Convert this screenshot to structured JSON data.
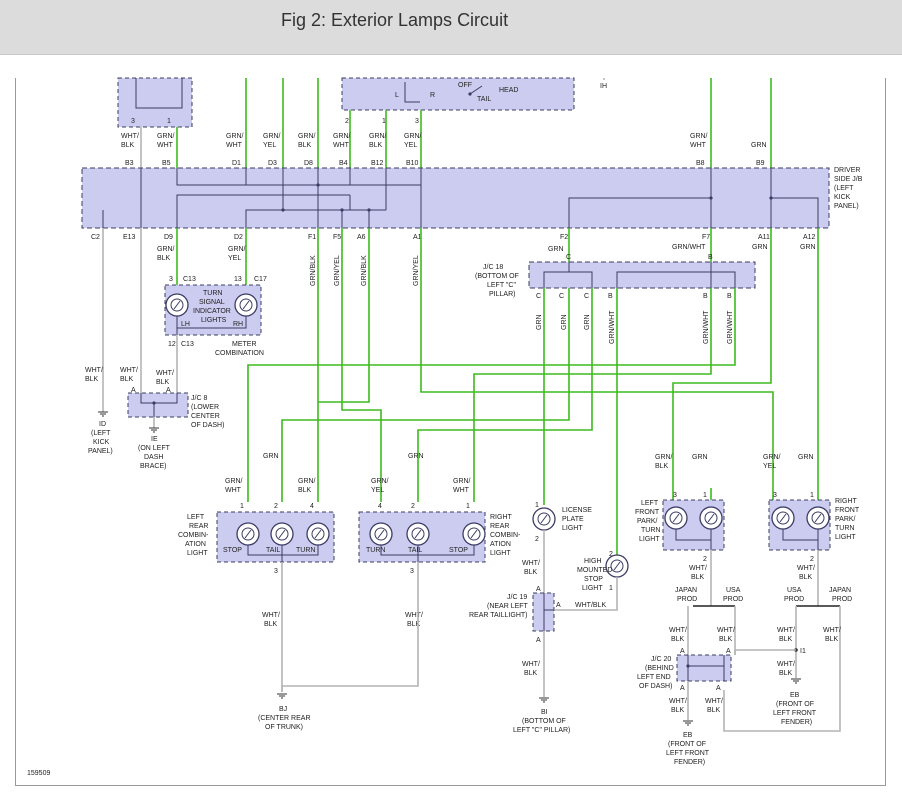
{
  "title": "Fig 2: Exterior Lamps Circuit",
  "figure_number": "159509",
  "colors": {
    "green_wire": "#3dbb1e",
    "white_wire": "#b4b4b4",
    "component_fill": "#ccccf0",
    "component_border": "#3c3c64"
  },
  "top_labels": {
    "tail": "TAIL",
    "head": "HEAD",
    "off": "OFF",
    "ih": "IH",
    "pin_l": "L",
    "pin_r": "R",
    "pin_3a": "3",
    "pin_1a": "1",
    "pin_2": "2",
    "pin_1b": "1",
    "pin_3b": "3"
  },
  "wires_top": [
    {
      "c1": "WHT/",
      "c2": "BLK",
      "pin": "B3"
    },
    {
      "c1": "GRN/",
      "c2": "WHT",
      "pin": "B5"
    },
    {
      "c1": "GRN/",
      "c2": "WHT",
      "pin": "D1"
    },
    {
      "c1": "GRN/",
      "c2": "YEL",
      "pin": "D3"
    },
    {
      "c1": "GRN/",
      "c2": "BLK",
      "pin": "D8"
    },
    {
      "c1": "GRN/",
      "c2": "WHT",
      "pin": "B4"
    },
    {
      "c1": "GRN/",
      "c2": "BLK",
      "pin": "B12"
    },
    {
      "c1": "GRN/",
      "c2": "YEL",
      "pin": "B10"
    },
    {
      "c1": "GRN/",
      "c2": "WHT",
      "pin": "B8"
    },
    {
      "c1": "",
      "c2": "GRN",
      "pin": "B9"
    }
  ],
  "jb": {
    "l1": "DRIVER",
    "l2": "SIDE J/B",
    "l3": "(LEFT",
    "l4": "KICK",
    "l5": "PANEL)"
  },
  "jb_bottom_pins": [
    "C2",
    "E13",
    "D9",
    "D2",
    "F1",
    "F5",
    "A6",
    "A1",
    "F2",
    "F7",
    "A11",
    "A12"
  ],
  "wires_mid": {
    "d9": {
      "c1": "GRN/",
      "c2": "BLK"
    },
    "d2": {
      "c1": "GRN/",
      "c2": "YEL"
    },
    "f1": "GRN/BLK",
    "f5": "GRN/YEL",
    "a6": "GRN/BLK",
    "a1": "GRN/YEL",
    "f2": "GRN",
    "f7": "GRN/WHT",
    "a11": "GRN",
    "a12": "GRN",
    "wb1": "WHT/",
    "wb2": "BLK"
  },
  "jc18": {
    "l1": "J/C 18",
    "l2": "(BOTTOM OF",
    "l3": "LEFT \"C\"",
    "l4": "PILLAR)",
    "pin_c": "C",
    "pin_b": "B"
  },
  "jc18_wires": [
    "GRN",
    "GRN",
    "GRN",
    "GRN/WHT",
    "GRN/WHT",
    "GRN/WHT"
  ],
  "turn_indicator": {
    "l1": "TURN",
    "l2": "SIGNAL",
    "l3": "INDICATOR",
    "l4": "LIGHTS",
    "lh": "LH",
    "rh": "RH",
    "c13a": "C13",
    "c17": "C17",
    "c13b": "C13",
    "p3": "3",
    "p13": "13",
    "p12": "12",
    "meter1": "METER",
    "meter2": "COMBINATION"
  },
  "jc8": {
    "l1": "J/C 8",
    "l2": "(LOWER",
    "l3": "CENTER",
    "l4": "OF DASH)",
    "w1a": "WHT/",
    "w1b": "BLK",
    "w2a": "WHT/",
    "w2b": "BLK",
    "w3a": "WHT/",
    "w3b": "BLK",
    "pin_a1": "A",
    "pin_a2": "A"
  },
  "ground_id": {
    "code": "ID",
    "l1": "(LEFT",
    "l2": "KICK",
    "l3": "PANEL)"
  },
  "ground_ie": {
    "code": "IE",
    "l1": "(ON LEFT",
    "l2": "DASH",
    "l3": "BRACE)"
  },
  "left_rear": {
    "l1": "LEFT",
    "l2": "REAR",
    "l3": "COMBIN-",
    "l4": "ATION",
    "l5": "LIGHT",
    "stop": "STOP",
    "tail": "TAIL",
    "turn": "TURN",
    "w1a": "GRN/",
    "w1b": "WHT",
    "w2": "GRN",
    "w3a": "GRN/",
    "w3b": "BLK",
    "p1": "1",
    "p2": "2",
    "p4": "4",
    "p3": "3",
    "wga": "WHT/",
    "wgb": "BLK"
  },
  "right_rear": {
    "l1": "RIGHT",
    "l2": "REAR",
    "l3": "COMBIN-",
    "l4": "ATION",
    "l5": "LIGHT",
    "turn": "TURN",
    "tail": "TAIL",
    "stop": "STOP",
    "w1a": "GRN/",
    "w1b": "YEL",
    "w2": "GRN",
    "w3a": "GRN/",
    "w3b": "WHT",
    "p4": "4",
    "p2": "2",
    "p1": "1",
    "p3": "3",
    "wga": "WHT/",
    "wgb": "BLK"
  },
  "ground_bj": {
    "code": "BJ",
    "l1": "(CENTER REAR",
    "l2": "OF TRUNK)"
  },
  "license": {
    "l1": "LICENSE",
    "l2": "PLATE",
    "l3": "LIGHT",
    "p1": "1",
    "p2": "2",
    "wa": "WHT/",
    "wb": "BLK"
  },
  "hmsl": {
    "l1": "HIGH",
    "l2": "MOUNTED",
    "l3": "STOP",
    "l4": "LIGHT",
    "p2": "2",
    "p1": "1"
  },
  "jc19": {
    "l1": "J/C 19",
    "l2": "(NEAR LEFT",
    "l3": "REAR TAILLIGHT)",
    "wire": "WHT/BLK",
    "pa1": "A",
    "pa2": "A",
    "pa3": "A",
    "wa": "WHT/",
    "wb": "BLK"
  },
  "ground_bi": {
    "code": "BI",
    "l1": "(BOTTOM OF",
    "l2": "LEFT \"C\" PILLAR)"
  },
  "left_front": {
    "l1": "LEFT",
    "l2": "FRONT",
    "l3": "PARK/",
    "l4": "TURN",
    "l5": "LIGHT",
    "w1a": "GRN/",
    "w1b": "BLK",
    "w2": "GRN",
    "p3": "3",
    "p1": "1",
    "p2": "2",
    "wa": "WHT/",
    "wb": "BLK",
    "japan1": "JAPAN",
    "japan2": "PROD",
    "usa1": "USA",
    "usa2": "PROD"
  },
  "right_front": {
    "l1": "RIGHT",
    "l2": "FRONT",
    "l3": "PARK/",
    "l4": "TURN",
    "l5": "LIGHT",
    "w1a": "GRN/",
    "w1b": "YEL",
    "w2": "GRN",
    "p3": "3",
    "p1": "1",
    "p2": "2",
    "wa": "WHT/",
    "wb": "BLK",
    "usa1": "USA",
    "usa2": "PROD",
    "japan1": "JAPAN",
    "japan2": "PROD"
  },
  "jc20": {
    "l1": "J/C 20",
    "l2": "(BEHIND",
    "l3": "LEFT END",
    "l4": "OF DASH)",
    "w1a": "WHT/",
    "w1b": "BLK",
    "w2a": "WHT/",
    "w2b": "BLK",
    "w3a": "WHT/",
    "w3b": "BLK",
    "w4a": "WHT/",
    "w4b": "BLK",
    "pa1": "A",
    "pa2": "A",
    "pa3": "A",
    "pa4": "A"
  },
  "right_wires": {
    "w1a": "WHT/",
    "w1b": "BLK",
    "w2a": "WHT/",
    "w2b": "BLK",
    "w3a": "WHT/",
    "w3b": "BLK",
    "i1": "I1"
  },
  "ground_eb1": {
    "code": "EB",
    "l1": "(FRONT OF",
    "l2": "LEFT FRONT",
    "l3": "FENDER)"
  },
  "ground_eb2": {
    "code": "EB",
    "l1": "(FRONT OF",
    "l2": "LEFT FRONT",
    "l3": "FENDER)"
  }
}
